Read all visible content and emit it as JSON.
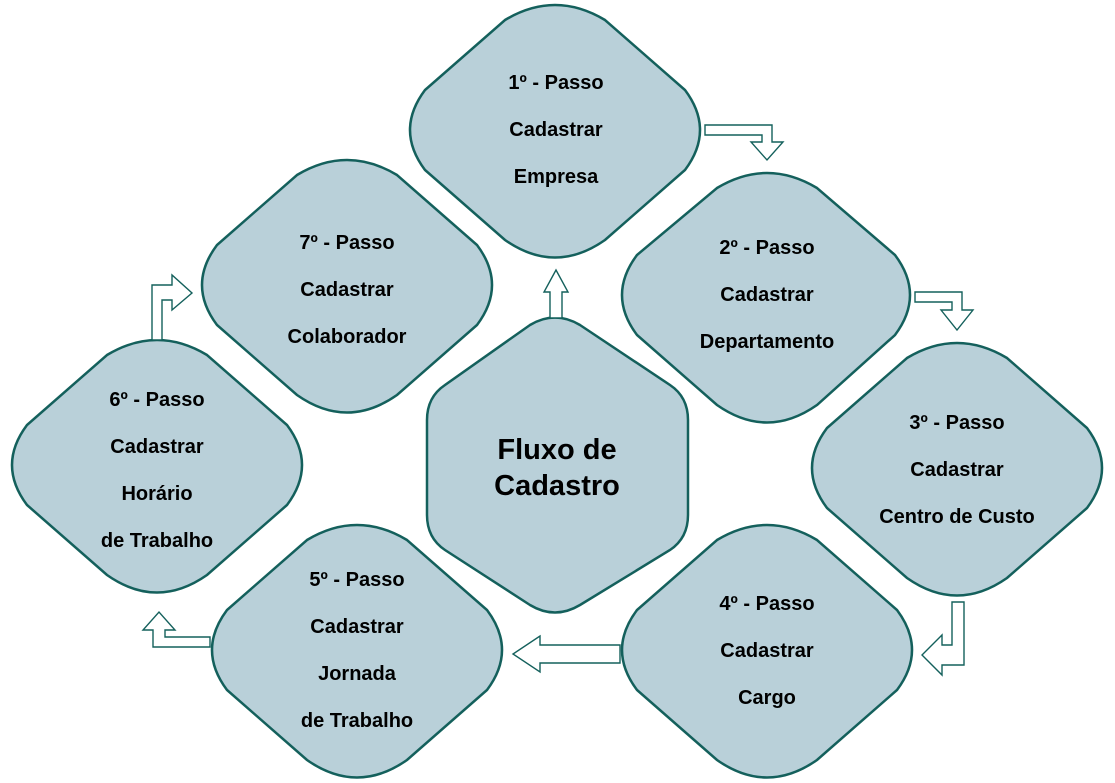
{
  "center": {
    "line1": "Fluxo de",
    "line2": "Cadastro"
  },
  "steps": [
    {
      "lines": [
        "1º - Passo",
        "Cadastrar",
        "Empresa"
      ]
    },
    {
      "lines": [
        "2º - Passo",
        "Cadastrar",
        "Departamento"
      ]
    },
    {
      "lines": [
        "3º - Passo",
        "Cadastrar",
        "Centro de Custo"
      ]
    },
    {
      "lines": [
        "4º - Passo",
        "Cadastrar",
        "Cargo"
      ]
    },
    {
      "lines": [
        "5º - Passo",
        "Cadastrar",
        "Jornada",
        "de Trabalho"
      ]
    },
    {
      "lines": [
        "6º - Passo",
        "Cadastrar",
        "Horário",
        "de Trabalho"
      ]
    },
    {
      "lines": [
        "7º - Passo",
        "Cadastrar",
        "Colaborador"
      ]
    }
  ],
  "colors": {
    "fill": "#b9d0d9",
    "stroke": "#14605c",
    "arrow_fill": "#ffffff"
  }
}
